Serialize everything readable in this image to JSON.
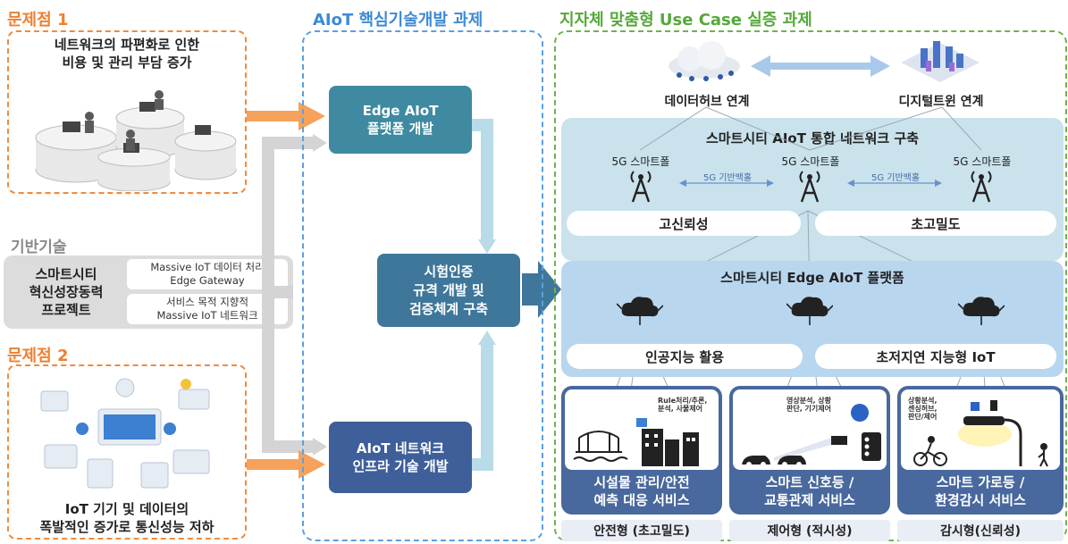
{
  "left": {
    "problem1_title": "문제점 1",
    "problem1_text_l1": "네트워크의 파편화로 인한",
    "problem1_text_l2": "비용 및 관리 부담 증가",
    "base_title": "기반기술",
    "base_label_l1": "스마트시티",
    "base_label_l2": "혁신성장동력",
    "base_label_l3": "프로젝트",
    "base_item1_l1": "Massive IoT 데이터 처리",
    "base_item1_l2": "Edge Gateway",
    "base_item2_l1": "서비스 목적 지향적",
    "base_item2_l2": "Massive IoT 네트워크",
    "problem2_title": "문제점 2",
    "problem2_text_l1": "IoT 기기 및 데이터의",
    "problem2_text_l2": "폭발적인 증가로 통신성능 저하"
  },
  "middle": {
    "title": "AIoT 핵심기술개발 과제",
    "box1_l1": "Edge AIoT",
    "box1_l2": "플랫폼 개발",
    "box2_l1": "시험인증",
    "box2_l2": "규격 개발 및",
    "box2_l3": "검증체계 구축",
    "box3_l1": "AIoT 네트워크",
    "box3_l2": "인프라 기술 개발"
  },
  "right": {
    "title": "지자체 맞춤형 Use Case 실증 과제",
    "datahub": "데이터허브 연계",
    "digitaltwin": "디지털트윈 연계",
    "network_title": "스마트시티 AIoT 통합 네트워크 구축",
    "phone1": "5G 스마트폴",
    "phone2": "5G 스마트폴",
    "phone3": "5G 스마트폴",
    "backhaul1": "5G 기반백홀",
    "backhaul2": "5G 기반백홀",
    "pill_reliability": "고신뢰성",
    "pill_density": "초고밀도",
    "edge_title": "스마트시티 Edge AIoT 플랫폼",
    "pill_ai": "인공지능 활용",
    "pill_latency": "초저지연 지능형 IoT",
    "svc1_note_l1": "Rule처리/추론,",
    "svc1_note_l2": "분석, 사물제어",
    "svc1_l1": "시설물 관리/안전",
    "svc1_l2": "예측 대응 서비스",
    "svc1_tag": "안전형 (초고밀도)",
    "svc2_note_l1": "영상분석, 상황",
    "svc2_note_l2": "판단, 기기제어",
    "svc2_l1": "스마트 신호등 /",
    "svc2_l2": "교통관제 서비스",
    "svc2_tag": "제어형 (적시성)",
    "svc3_note_l1": "상황분석,",
    "svc3_note_l2": "센싱허브,",
    "svc3_note_l3": "판단/제어",
    "svc3_l1": "스마트 가로등 /",
    "svc3_l2": "환경감시 서비스",
    "svc3_tag": "감시형(신뢰성)"
  },
  "colors": {
    "orange": "#f07f2e",
    "blue": "#3d8ad6",
    "green": "#55a83a",
    "teal_box": "#3f8aa0",
    "navy_box": "#3e5f9a",
    "service_box": "#48689e"
  }
}
